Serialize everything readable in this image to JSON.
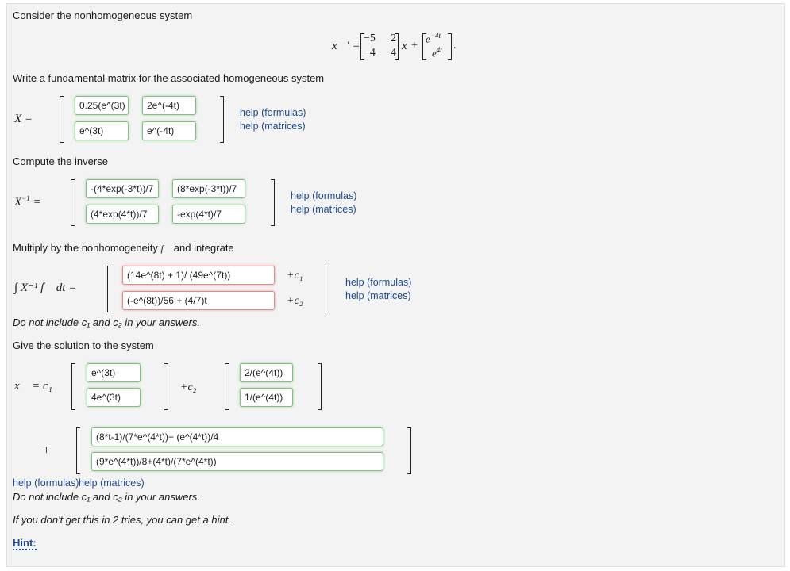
{
  "problem": {
    "intro": "Consider the nonhomogeneous system",
    "system": {
      "lhs": "x⃗′ =",
      "matrix": [
        [
          "−5",
          "2"
        ],
        [
          "−4",
          "4"
        ]
      ],
      "xvec": "x⃗",
      "plus": "+",
      "forcing": [
        "e",
        "−4t",
        "e",
        "4t"
      ],
      "period": "."
    }
  },
  "fundamental": {
    "prompt": "Write a fundamental matrix for the associated homogeneous system",
    "label": "X =",
    "cells": [
      "0.25(e^(3t)",
      "2e^(-4t)",
      "e^(3t)",
      "e^(-4t)"
    ],
    "help_formulas": "help (formulas)",
    "help_matrices": "help (matrices)"
  },
  "inverse": {
    "prompt": "Compute the inverse",
    "label_base": "X",
    "label_sup": "−1",
    "label_eq": "=",
    "cells": [
      "-(4*exp(-3*t))/7",
      "(8*exp(-3*t))/7",
      "(4*exp(4*t))/7",
      "-exp(4*t)/7"
    ],
    "help_formulas": "help (formulas)",
    "help_matrices": "help (matrices)"
  },
  "integral": {
    "prompt_pre": "Multiply by the nonhomogeneity",
    "prompt_symbol": "f⃗",
    "prompt_post": "and integrate",
    "label": "∫ X⁻¹ f⃗ dt =",
    "cells": [
      "(14e^(8t) + 1)/ (49e^(7t))",
      "(-e^(8t))/56 + (4/7)t"
    ],
    "const1": "+c₁",
    "const2": "+c₂",
    "help_formulas": "help (formulas)",
    "help_matrices": "help (matrices)",
    "note": "Do not include c₁ and c₂ in your answers."
  },
  "solution": {
    "prompt": "Give the solution to the system",
    "label": "x⃗ = c₁",
    "c2": "+c₂",
    "plus": "+",
    "vec1": [
      "e^(3t)",
      "4e^(3t)"
    ],
    "vec2": [
      "2/(e^(4t))",
      "1/(e^(4t))"
    ],
    "particular": [
      "(8*t-1)/(7*e^(4*t))+ (e^(4*t))/4",
      "(9*e^(4*t))/8+(4*t)/(7*e^(4*t))"
    ],
    "help_formulas": "help (formulas)",
    "help_matrices": "help (matrices)",
    "note": "Do not include c₁ and c₂ in your answers."
  },
  "footer": {
    "tries_note": "If you don't get this in 2 tries, you can get a hint.",
    "hint": "Hint:"
  }
}
